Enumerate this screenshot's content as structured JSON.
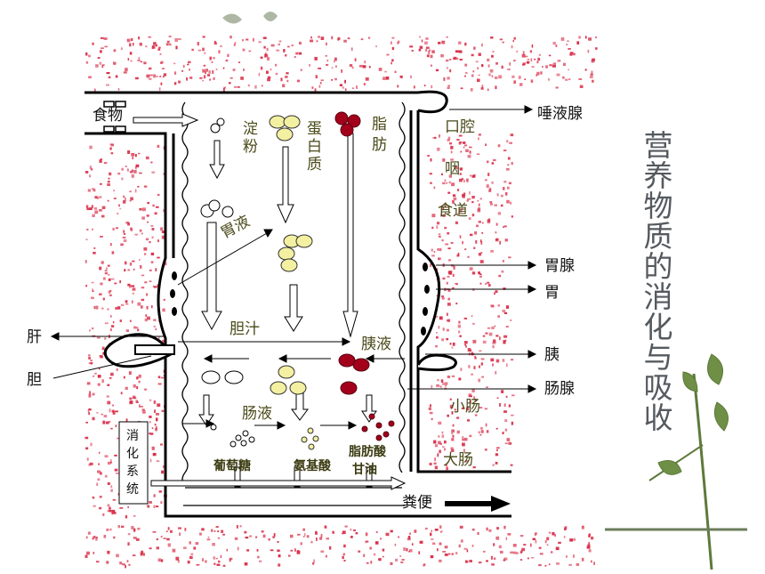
{
  "title": "营养物质的消化与吸收",
  "organs": {
    "mouth": "口腔",
    "pharynx": "咽",
    "esophagus": "食道",
    "stomach": "胃",
    "gastric_gland": "胃腺",
    "pancreas": "胰",
    "intestinal_gland": "肠腺",
    "small_intestine": "小肠",
    "large_intestine": "大肠",
    "salivary_gland": "唾液腺",
    "liver": "肝",
    "gallbladder": "胆"
  },
  "juices": {
    "gastric": "胃液",
    "bile": "胆汁",
    "pancreatic": "胰液",
    "intestinal": "肠液"
  },
  "nutrients": {
    "food": "食物",
    "starch": [
      "淀",
      "粉"
    ],
    "protein": [
      "蛋",
      "白",
      "质"
    ],
    "fat": [
      "脂",
      "肪"
    ]
  },
  "products": {
    "glucose": "葡萄糖",
    "amino_acid": "氨基酸",
    "fatty_acid": "脂肪酸",
    "glycerol": "甘油"
  },
  "system": [
    "消",
    "化",
    "系",
    "统"
  ],
  "feces": "粪便",
  "colors": {
    "fat_dot": "#a3001b",
    "protein_dot": "#f3f0a2",
    "speckle": "#d9304a",
    "title": "#555a5f"
  }
}
